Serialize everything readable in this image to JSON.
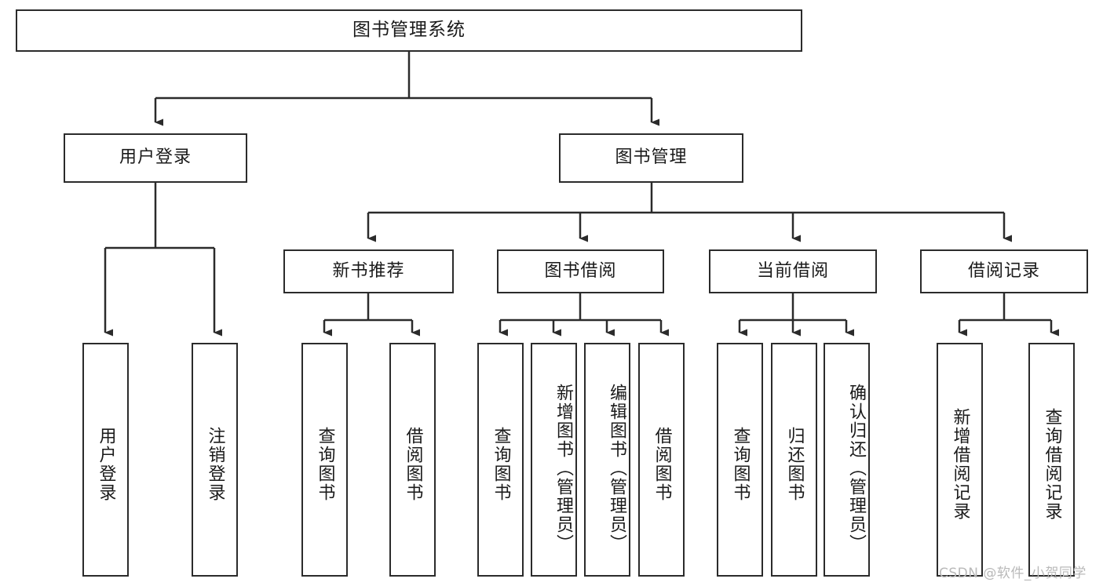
{
  "diagram": {
    "title": "图书管理系统",
    "type": "tree-hierarchy-chart",
    "colors": {
      "box_border": "#2b2b2b",
      "box_fill": "#ffffff",
      "edge": "#2b2b2b",
      "text": "#1a1a1a",
      "watermark": "#b9b9b9",
      "background": "#ffffff"
    }
  },
  "nodes": {
    "root": {
      "label": "图书管理系统"
    },
    "level1": [
      {
        "label": "用户登录"
      },
      {
        "label": "图书管理"
      }
    ],
    "level2": [
      {
        "label": "新书推荐"
      },
      {
        "label": "图书借阅"
      },
      {
        "label": "当前借阅"
      },
      {
        "label": "借阅记录"
      }
    ],
    "leaves": {
      "user_login": [
        {
          "label": "用户登录"
        },
        {
          "label": "注销登录"
        }
      ],
      "new_book_recommend": [
        {
          "label": "查询图书"
        },
        {
          "label": "借阅图书"
        }
      ],
      "book_borrow": [
        {
          "label": "查询图书"
        },
        {
          "label": "新增图书（管理员）"
        },
        {
          "label": "编辑图书（管理员）"
        },
        {
          "label": "借阅图书"
        }
      ],
      "current_borrow": [
        {
          "label": "查询图书"
        },
        {
          "label": "归还图书"
        },
        {
          "label": "确认归还（管理员）"
        }
      ],
      "borrow_record": [
        {
          "label": "新增借阅记录"
        },
        {
          "label": "查询借阅记录"
        }
      ]
    }
  },
  "watermark": {
    "text": "CSDN @软件_小贺同学"
  }
}
